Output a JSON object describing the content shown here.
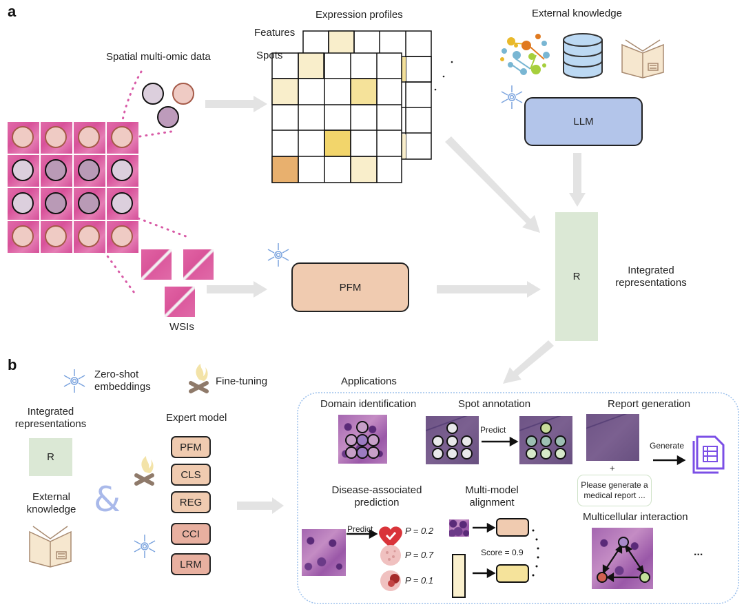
{
  "panel_a": {
    "letter": "a",
    "spatial_label": "Spatial multi-omic data",
    "wsis_label": "WSIs",
    "expression_title": "Expression profiles",
    "features_label": "Features",
    "spots_label": "Spots",
    "external_knowledge_label": "External knowledge",
    "llm_label": "LLM",
    "pfm_label": "PFM",
    "r_label": "R",
    "integrated_label_line1": "Integrated",
    "integrated_label_line2": "representations",
    "icons": [
      "network-icon",
      "database-icon",
      "book-icon",
      "snowflake-icon"
    ]
  },
  "panel_b": {
    "letter": "b",
    "legend": {
      "zero_shot_line1": "Zero-shot",
      "zero_shot_line2": "embeddings",
      "fine_tuning": "Fine-tuning"
    },
    "integrated_line1": "Integrated",
    "integrated_line2": "representations",
    "r_label": "R",
    "external_line1": "External",
    "external_line2": "knowledge",
    "ampersand": "&",
    "expert_model_title": "Expert model",
    "expert_models": [
      {
        "label": "PFM",
        "color": "#f0cbb0"
      },
      {
        "label": "CLS",
        "color": "#f0cbb0"
      },
      {
        "label": "REG",
        "color": "#f0cbb0"
      },
      {
        "label": "CCI",
        "color": "#e8b0a0"
      },
      {
        "label": "LRM",
        "color": "#e8b0a0"
      }
    ],
    "applications_title": "Applications",
    "apps": {
      "domain_identification": "Domain identification",
      "spot_annotation": "Spot annotation",
      "predict_label": "Predict",
      "report_generation": "Report generation",
      "plus": "+",
      "prompt_text_line1": "Please generate a",
      "prompt_text_line2": "medical report ...",
      "generate_label": "Generate",
      "disease_line1": "Disease-associated",
      "disease_line2": "prediction",
      "disease_predict": "Predict",
      "probabilities": [
        {
          "label": "P = 0.2",
          "state": "healthy"
        },
        {
          "label": "P = 0.7",
          "state": "tumor-early"
        },
        {
          "label": "P = 0.1",
          "state": "tumor-late"
        }
      ],
      "alignment_line1": "Multi-model",
      "alignment_line2": "alignment",
      "score_label": "Score = 0.9",
      "multicellular": "Multicellular interaction",
      "ellipsis": "..."
    }
  },
  "colors": {
    "llm": "#b3c5ea",
    "pfm": "#f0cbb0",
    "r_block": "#dbe8d5",
    "arrow": "#e3e3e3",
    "snowflake": "#7aa3de",
    "ampersand": "#a9b9ea",
    "dotted_border": "#9cc0ec",
    "report_icon": "#7b4fe6"
  }
}
